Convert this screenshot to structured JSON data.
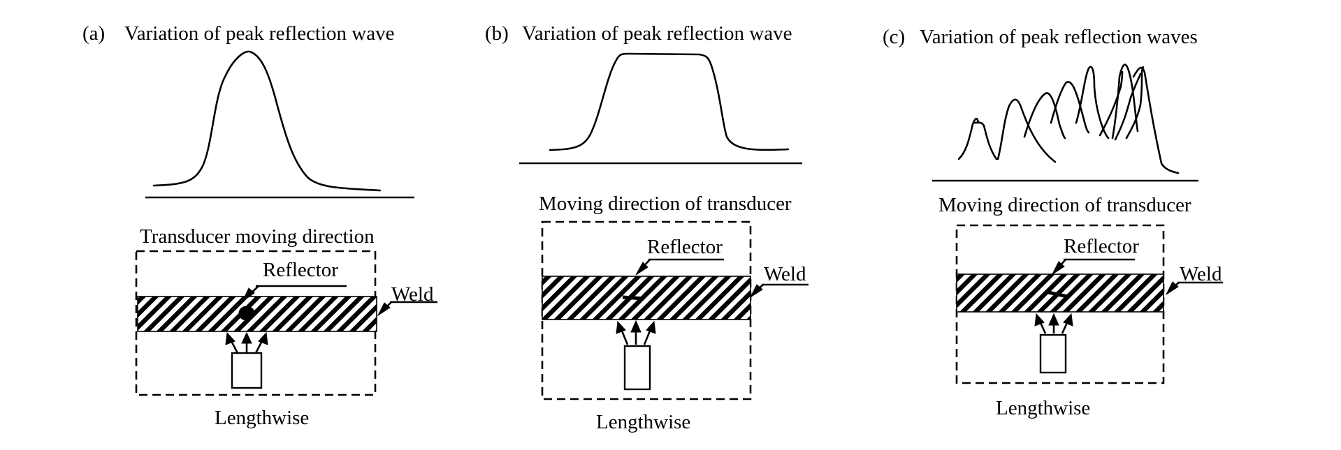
{
  "panels": [
    {
      "id": "a",
      "tag": "(a)",
      "caption": "Variation of peak reflection wave",
      "direction_label": "Transducer moving direction",
      "reflector_label": "Reflector",
      "weld_label": "Weld",
      "axis_label": "Lengthwise",
      "waveform": "single-peak"
    },
    {
      "id": "b",
      "tag": "(b)",
      "caption": "Variation of peak reflection wave",
      "direction_label": "Moving direction of transducer",
      "reflector_label": "Reflector",
      "weld_label": "Weld",
      "axis_label": "Lengthwise",
      "waveform": "flat-top"
    },
    {
      "id": "c",
      "tag": "(c)",
      "caption": "Variation of peak reflection waves",
      "direction_label": "Moving direction of transducer",
      "reflector_label": "Reflector",
      "weld_label": "Weld",
      "axis_label": "Lengthwise",
      "waveform": "multi-peak"
    }
  ]
}
